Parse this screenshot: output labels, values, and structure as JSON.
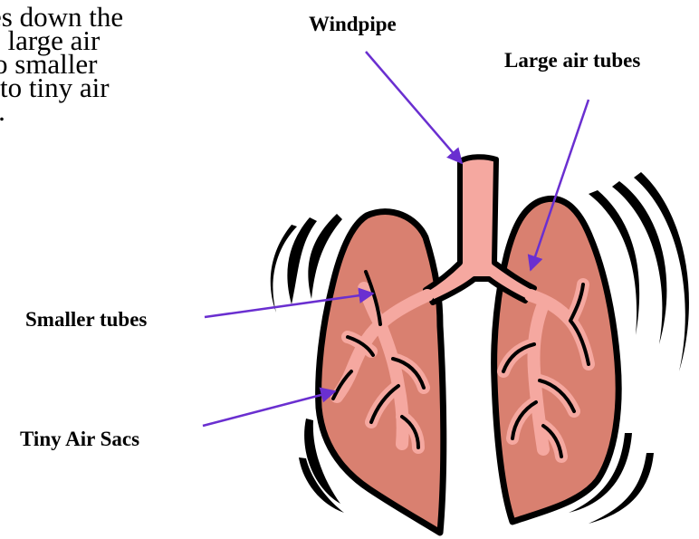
{
  "paragraph": {
    "lines": [
      "es down the",
      ". large air",
      "o smaller",
      "to tiny air",
      "s."
    ]
  },
  "labels": {
    "windpipe": "Windpipe",
    "large_air_tubes": "Large air tubes",
    "smaller_tubes": "Smaller tubes",
    "tiny_air_sacs": "Tiny Air Sacs"
  },
  "colors": {
    "lung_fill": "#d98070",
    "airway_fill": "#f5a8a0",
    "outline": "#000000",
    "arrow": "#6a2fd0",
    "text": "#000000",
    "background": "#ffffff"
  }
}
